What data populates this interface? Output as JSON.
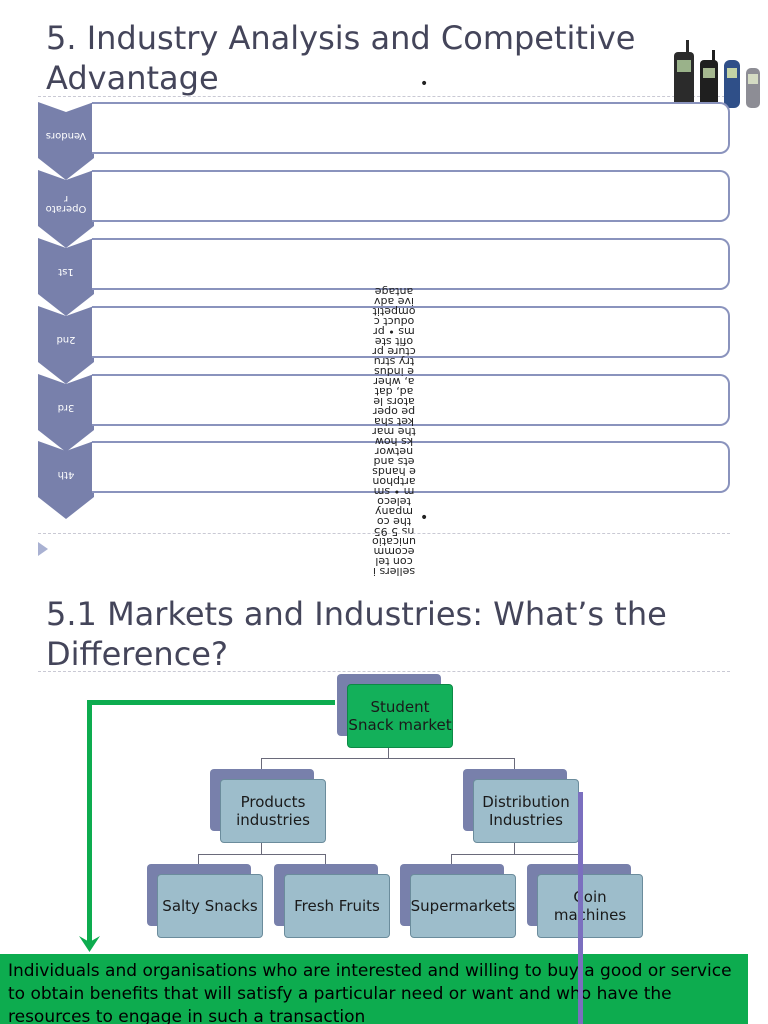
{
  "slide1": {
    "title": "5. Industry Analysis and Competitive Advantage",
    "rows": [
      {
        "label": "Vendors"
      },
      {
        "label": "Operator"
      },
      {
        "label": "1st"
      },
      {
        "label": "2nd"
      },
      {
        "label": "3rd"
      },
      {
        "label": "4th"
      }
    ],
    "vertical_text": "sellers icon telecommunications 5 95 the company telecom • smartphone handsets and networks how the market shape operators lead, data, where industry structure profit stems • product competitive advantage ",
    "bullet": "•",
    "phones_icon": "mobile-phones-icon"
  },
  "slide2": {
    "title": "5.1 Markets and Industries: What’s the Difference?",
    "chart": {
      "root": "Student Snack market",
      "level2": [
        "Products industries",
        "Distribution Industries"
      ],
      "level3": [
        "Salty Snacks",
        "Fresh Fruits",
        "Supermarkets",
        "Coin machines"
      ]
    },
    "definition": "Individuals and organisations who are interested and willing to buy a good or service to obtain benefits that will satisfy a particular need or want and who have the resources to engage in such a transaction"
  },
  "colors": {
    "title": "#44455a",
    "chevron": "#7880ab",
    "root_node": "#13b05a",
    "node": "#9dbdcb",
    "definition_bg": "#0dac4f",
    "arrow": "#0dac4f"
  }
}
